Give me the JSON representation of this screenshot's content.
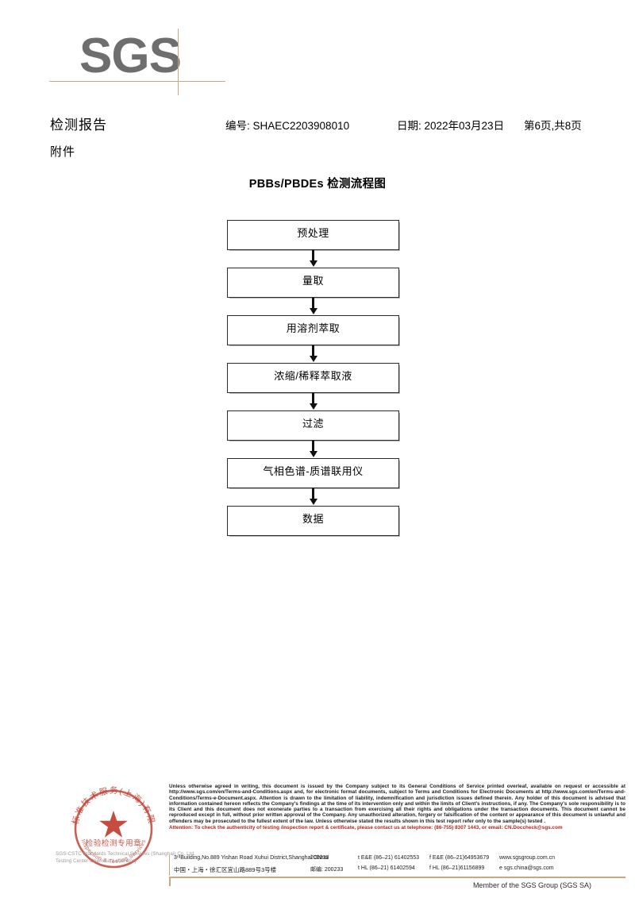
{
  "logo": {
    "text": "SGS",
    "line_color": "#c8a882",
    "text_color": "#6e6e6e"
  },
  "header": {
    "title": "检测报告",
    "subtitle": "附件",
    "report_no": "编号: SHAEC2203908010",
    "date": "日期: 2022年03月23日",
    "page": "第6页,共8页"
  },
  "flowchart": {
    "title": "PBBs/PBDEs 检测流程图",
    "steps": [
      {
        "label": "预处理"
      },
      {
        "label": "量取"
      },
      {
        "label": "用溶剂萃取"
      },
      {
        "label": "浓缩/稀释萃取液"
      },
      {
        "label": "过滤"
      },
      {
        "label": "气相色谱-质谱联用仪"
      },
      {
        "label": "数据"
      }
    ]
  },
  "seal": {
    "ring_text_top": "通标标准技术服务(上海)有限公司",
    "text_cn": "检验检测专用章",
    "text_en": "Inspection & Testing Services",
    "color": "#c0392b",
    "caption_line1": "SGS-CSTC Standards Technical Services (Shanghai) Co. Ltd.",
    "caption_line2": "Testing Center-Chemical Laboratory"
  },
  "footer": {
    "legal_text": "Unless otherwise agreed in writing, this document is issued by the Company subject to its General Conditions of Service printed overleaf, available on request or accessible at http://www.sgs.com/en/Terms-and-Conditions.aspx and, for electronic format documents, subject to Terms and Conditions for Electronic Documents at http://www.sgs.com/en/Terms-and-Conditions/Terms-e-Document.aspx. Attention is drawn to the limitation of liability, indemnification and jurisdiction issues defined therein. Any holder of this document is advised that information contained hereon reflects the Company's findings at the time of its intervention only and within the limits of Client's instructions, if any. The Company's sole responsibility is to its Client and this document does not exonerate parties to a transaction from exercising all their rights and obligations under the transaction documents. This document cannot be reproduced except in full, without prior written approval of the Company. Any unauthorized alteration, forgery or falsification of the content or appearance of this document is unlawful and offenders may be prosecuted to the fullest extent of the law. Unless otherwise stated the results shown in this test report refer only to the sample(s) tested .",
    "attention_text": "Attention: To check the authenticity of testing /inspection report & certificate, please contact us at telephone: (86-755) 8307 1443, or email: CN.Doccheck@sgs.com",
    "attention_color": "#b42318",
    "address_en": "3ʳᵈBuilding,No.889 Yishan Road Xuhui District,Shanghai China",
    "postcode_en": "200233",
    "phone_en_1": "t E&E (86–21) 61402553",
    "phone_en_2": "f E&E (86–21)64953679",
    "website": "www.sgsgroup.com.cn",
    "address_cn": "中国・上海・徐汇区宜山路889号3号楼",
    "postcode_cn": "邮编: 200233",
    "phone_cn_1": "t HL (86–21) 61402594",
    "phone_cn_2": "f HL (86–21)61156899",
    "email": "e sgs.china@sgs.com",
    "member_line": "Member of the SGS Group (SGS SA)"
  }
}
